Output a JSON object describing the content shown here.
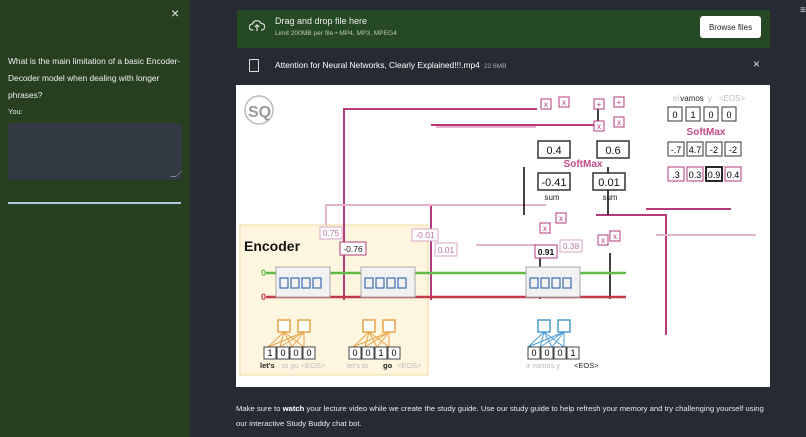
{
  "sidebar": {
    "close_symbol": "×",
    "question": "What is the main limitation of a basic Encoder-Decoder model when dealing with longer phrases?",
    "you_label": "You:",
    "chat_input_value": ""
  },
  "main_menu_symbol": "≡",
  "uploader": {
    "icon": "cloud-upload-icon",
    "title": "Drag and drop file here",
    "limit": "Limit 200MB per file • MP4, MP3, MPEG4",
    "browse_label": "Browse files"
  },
  "file": {
    "icon": "file-icon",
    "name": "Attention for Neural Networks, Clearly Explained!!!.mp4",
    "size": "22.6MB",
    "close_symbol": "×"
  },
  "figure": {
    "encoder_title": "Encoder",
    "softmax_left": "SoftMax",
    "softmax_right": "SoftMax",
    "sum_label_1": "sum",
    "sum_label_2": "sum",
    "attn_values": [
      "0.4",
      "0.6"
    ],
    "sum_values": [
      "-0.41",
      "0.01"
    ],
    "score_labels": [
      "0.75",
      "-0.76",
      "-0.01",
      "0.01",
      "0.91",
      "0.38"
    ],
    "output_words": [
      "el",
      "vamos",
      "y",
      "<EOS>"
    ],
    "output_onehot": [
      "0",
      "1",
      "0",
      "0"
    ],
    "output_logits": [
      "-.7",
      "4.7",
      "-2",
      "-2"
    ],
    "output_probs": [
      ".3",
      "0.3",
      "0.9",
      "0.4"
    ],
    "enc_word_1": [
      "1",
      "0",
      "0",
      "0"
    ],
    "enc_word_2": [
      "0",
      "0",
      "1",
      "0"
    ],
    "dec_word": [
      "0",
      "0",
      "0",
      "1"
    ],
    "enc_caption_1_dim": "let's",
    "enc_caption_1_rest": "to  go  <EOS>",
    "enc_caption_2_pre": "let's  to",
    "enc_caption_2_bold": "go",
    "enc_caption_2_post": "<EOS>",
    "dec_caption_pre": "ir  vamos  y",
    "dec_caption_bold": "<EOS>",
    "zero_labels": [
      "0",
      "0"
    ],
    "op_x": "x",
    "op_plus": "+"
  },
  "caption": {
    "pre": "Make sure to ",
    "bold": "watch",
    "post": " your lecture video while we create the study guide. Use our study guide to help refresh your memory and try challenging yourself using our interactive Study Buddy chat bot."
  }
}
